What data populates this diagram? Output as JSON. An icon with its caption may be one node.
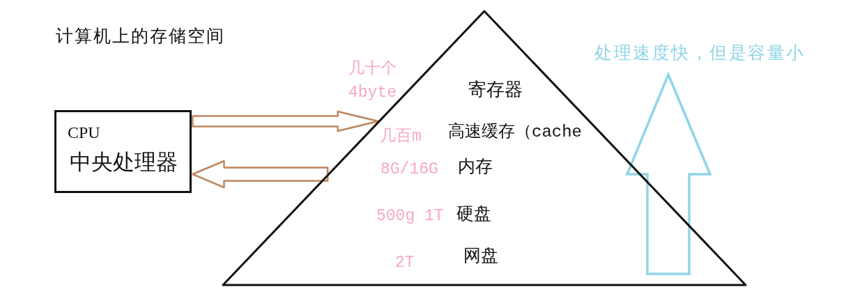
{
  "diagram": {
    "title": "计算机上的存储空间",
    "nodes": [
      {
        "text": [
          "CPU",
          "中央处理器"
        ]
      },
      {
        "text": [
          "寄存器",
          "高速缓存（cache",
          "内存",
          "硬盘",
          "网盘"
        ]
      }
    ],
    "edges": [
      {
        "from": 0,
        "to": 1,
        "arrow": "to"
      },
      {
        "from": 1,
        "to": 0,
        "arrow": "to"
      }
    ],
    "labels": [
      "处理速度快，但是容量小",
      "几十个 4byte",
      "几百m",
      "8G/16G",
      "500g 1T",
      "2T"
    ]
  }
}
